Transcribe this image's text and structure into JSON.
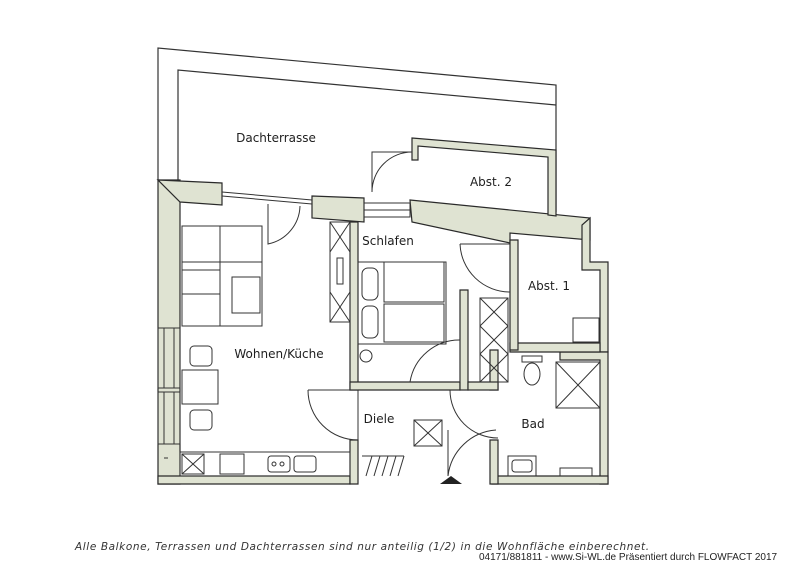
{
  "colors": {
    "wall_fill": "#dfe3d2",
    "wall_stroke": "#2a2a2a",
    "line": "#333333",
    "background": "#ffffff"
  },
  "rooms": {
    "dachterrasse": "Dachterrasse",
    "abst2": "Abst. 2",
    "schlafen": "Schlafen",
    "abst1": "Abst. 1",
    "wohnen": "Wohnen/Küche",
    "diele": "Diele",
    "bad": "Bad"
  },
  "footer": {
    "note": "Alle Balkone, Terrassen und Dachterrassen sind nur anteilig (1/2) in die Wohnfläche einberechnet.",
    "credit": "04171/881811 - www.Si-WL.de Präsentiert durch FLOWFACT 2017"
  }
}
